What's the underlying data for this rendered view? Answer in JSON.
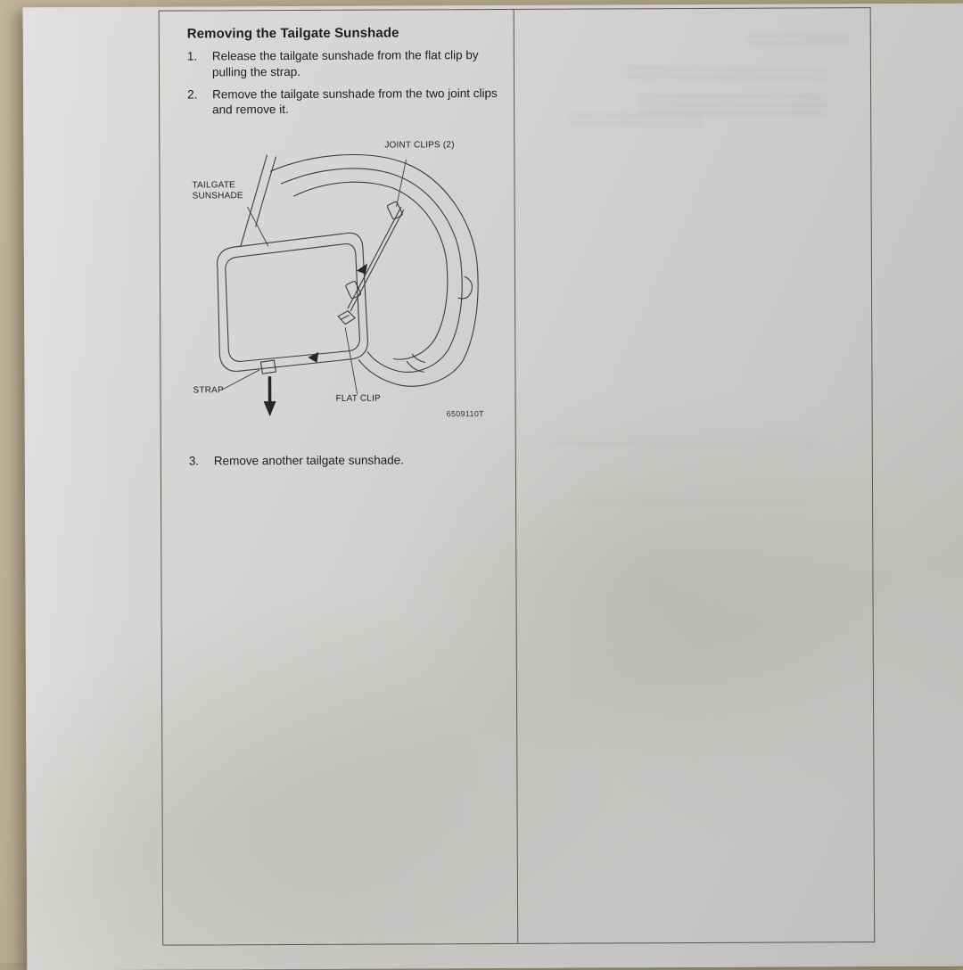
{
  "page": {
    "heading": "Removing the Tailgate Sunshade",
    "steps": [
      {
        "num": "1.",
        "text": "Release the tailgate sunshade from the flat clip by pulling the strap."
      },
      {
        "num": "2.",
        "text": "Remove the tailgate sunshade from the two joint clips and remove it."
      },
      {
        "num": "3.",
        "text": "Remove another tailgate sunshade."
      }
    ],
    "figure": {
      "labels": {
        "joint_clips": "JOINT CLIPS (2)",
        "tailgate_sunshade": "TAILGATE\nSUNSHADE",
        "strap": "STRAP",
        "flat_clip": "FLAT CLIP"
      },
      "figure_code": "6509110T"
    }
  }
}
